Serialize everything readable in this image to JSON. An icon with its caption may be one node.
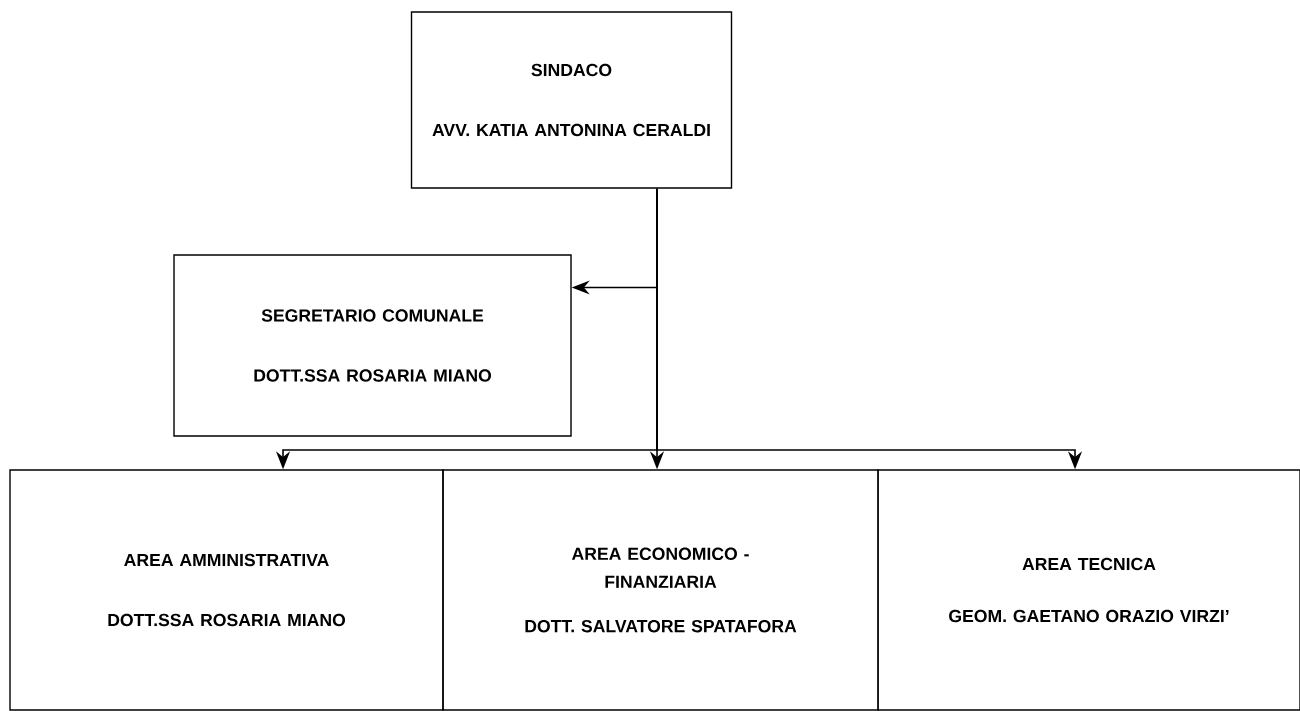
{
  "diagram": {
    "nodes": [
      {
        "text": [
          "SINDACO",
          "AVV. KATIA ANTONINA CERALDI"
        ]
      },
      {
        "text": [
          "SEGRETARIO COMUNALE",
          "DOTT.SSA  ROSARIA MIANO"
        ]
      },
      {
        "text": [
          "AREA AMMINISTRATIVA",
          "DOTT.SSA  ROSARIA MIANO"
        ]
      },
      {
        "text": [
          "AREA ECONOMICO - FINANZIARIA",
          "DOTT. SALVATORE SPATAFORA"
        ]
      },
      {
        "text": [
          "AREA TECNICA",
          "GEOM. GAETANO ORAZIO VIRZI’"
        ]
      }
    ],
    "edges": [
      {
        "from": 0,
        "to": 1,
        "arrow": "to"
      },
      {
        "from": 0,
        "to": 2,
        "arrow": "to"
      },
      {
        "from": 0,
        "to": 3,
        "arrow": "to"
      },
      {
        "from": 0,
        "to": 4,
        "arrow": "to"
      }
    ]
  }
}
